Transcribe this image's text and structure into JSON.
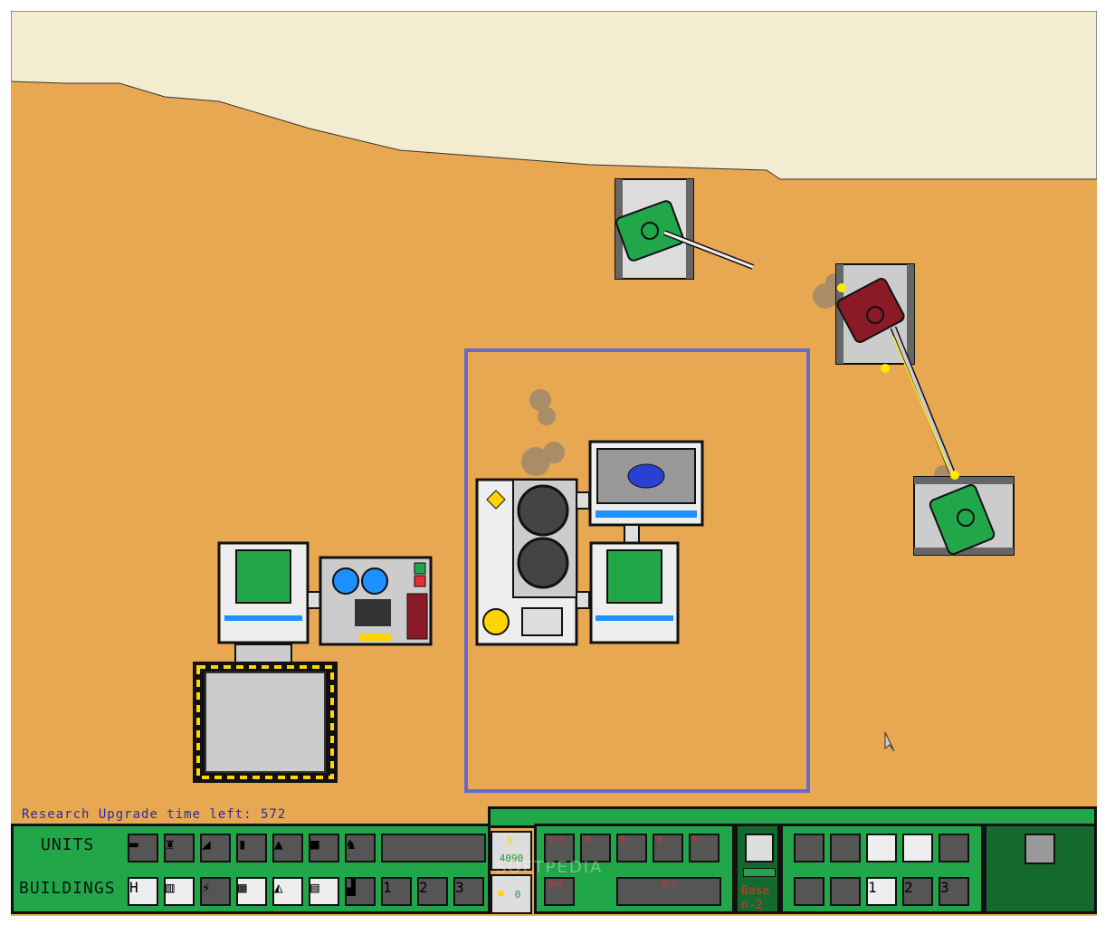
{
  "status": {
    "research_text": "Research Upgrade time left: 572"
  },
  "panel": {
    "units_label": "UNITS",
    "buildings_label": "BUILDINGS",
    "money_value": "4090",
    "energy_value": "0",
    "base_label": "Base",
    "base_index": "n-2"
  },
  "unit_icons": [
    "light-tank-icon",
    "walker-icon",
    "artillery-icon",
    "cannon-tank-icon",
    "rocket-tank-icon",
    "heavy-robot-icon",
    "mech-icon"
  ],
  "building_icons": [
    "hq-icon",
    "factory-icon",
    "power-plant-icon",
    "office-icon",
    "reactor-icon",
    "refinery-icon",
    "turret-icon"
  ],
  "building_groups": [
    "1",
    "2",
    "3"
  ],
  "queue_badges": [
    "1/7",
    "0",
    "0",
    "0",
    "0",
    "0/6",
    "0/1"
  ],
  "right_groups": [
    "1",
    "2",
    "3"
  ],
  "watermark": "SOFTPEDIA",
  "colors": {
    "sand": "#e8a852",
    "beach": "#f4ecd0",
    "panel_green": "#22a64a",
    "dark_green": "#136a2c",
    "selection": "#6a6acc",
    "enemy": "#8a1a26"
  }
}
